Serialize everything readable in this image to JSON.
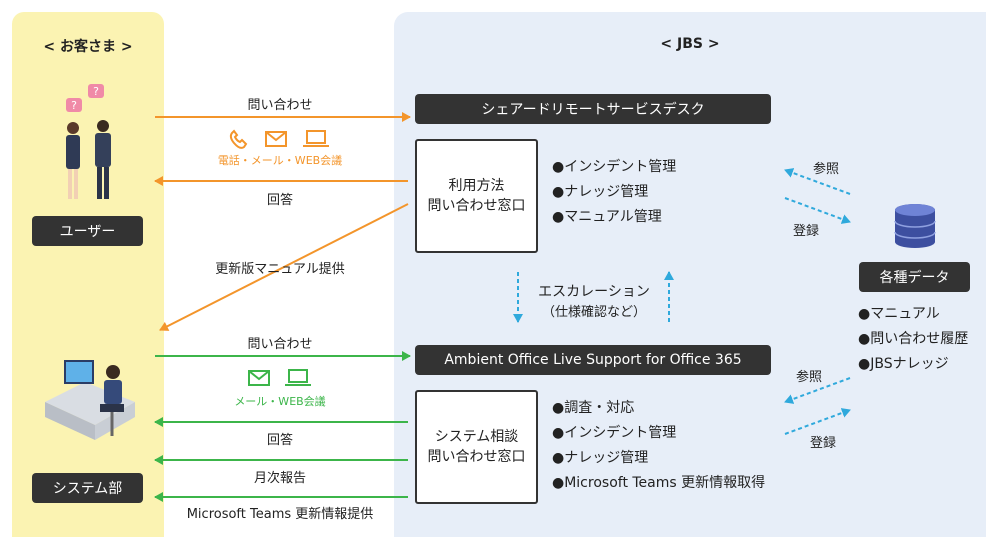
{
  "customer_panel": {
    "title": "< お客さま >"
  },
  "jbs_panel": {
    "title": "< JBS >"
  },
  "user_label": "ユーザー",
  "system_dept_label": "システム部",
  "share_desk": {
    "title": "シェアードリモートサービスデスク",
    "window": "利用方法\n問い合わせ窓口",
    "bullets": [
      "●インシデント管理",
      "●ナレッジ管理",
      "●マニュアル管理"
    ]
  },
  "ambient": {
    "title": "Ambient Office Live Support for Office 365",
    "window": "システム相談\n問い合わせ窓口",
    "bullets": [
      "●調査・対応",
      "●インシデント管理",
      "●ナレッジ管理",
      "●Microsoft Teams 更新情報取得"
    ]
  },
  "flows": {
    "inquiry_top": "問い合わせ",
    "channels_top": "電話・メール・WEB会議",
    "answer_top": "回答",
    "manual_update": "更新版マニュアル提供",
    "inquiry_bottom": "問い合わせ",
    "channels_bottom": "メール・WEB会議",
    "answer_bottom": "回答",
    "monthly_report": "月次報告",
    "teams_update": "Microsoft Teams 更新情報提供"
  },
  "escalation": {
    "label": "エスカレーション",
    "sub": "（仕様確認など）"
  },
  "data_store": {
    "title": "各種データ",
    "items": [
      "●マニュアル",
      "●問い合わせ履歴",
      "●JBSナレッジ"
    ],
    "ref_top": "参照",
    "reg_top": "登録",
    "ref_bottom": "参照",
    "reg_bottom": "登録"
  },
  "colors": {
    "orange": "#f3952b",
    "green": "#3cb54a",
    "blue_dash": "#2fa9dc",
    "dark": "#333333"
  },
  "icons": [
    "phone-icon",
    "mail-icon",
    "laptop-icon",
    "database-icon",
    "question-bubble-icon"
  ]
}
